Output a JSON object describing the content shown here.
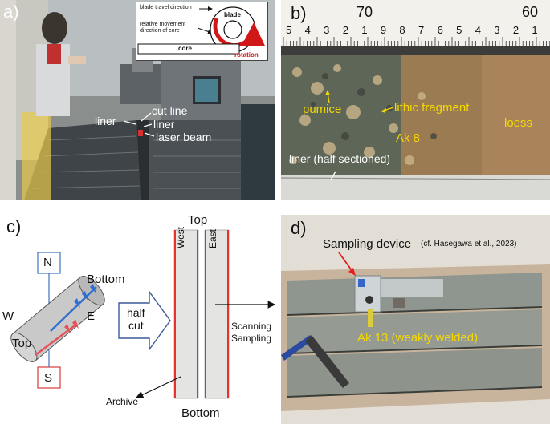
{
  "panel_a": {
    "letter": "a)",
    "inset": {
      "blade_travel_direction": "blade travel direction",
      "relative_movement_line1": "relative movement",
      "relative_movement_line2": "direction of core",
      "blade": "blade",
      "core": "core",
      "rotation": "rotation"
    },
    "labels": {
      "cut_line": "cut line",
      "liner_left": "liner",
      "liner_right": "liner",
      "laser_beam": "laser beam"
    }
  },
  "panel_b": {
    "letter": "b)",
    "ruler_numbers": {
      "n70": "70",
      "n60": "60"
    },
    "ruler_digits": [
      "5",
      "4",
      "3",
      "2",
      "1",
      "9",
      "8",
      "7",
      "6",
      "5",
      "4",
      "3",
      "2",
      "1"
    ],
    "labels": {
      "pumice": "pumice",
      "lithic_fragment": "lithic fragment",
      "unit": "Ak 8",
      "loess": "loess",
      "liner": "liner (half sectioned)"
    }
  },
  "panel_c": {
    "letter": "c)",
    "compass": {
      "north": "N",
      "south": "S",
      "west": "W",
      "east": "E"
    },
    "core_labels": {
      "bottom": "Bottom",
      "top": "Top"
    },
    "arrow_label_line1": "half",
    "arrow_label_line2": "cut",
    "halves": {
      "west": "West",
      "east": "East"
    },
    "ends": {
      "top": "Top",
      "bottom": "Bottom"
    },
    "scanning": "Scanning",
    "sampling": "Sampling",
    "archive": "Archive",
    "colors": {
      "west_edge": "#e8322e",
      "east_edge": "#2f6fc4",
      "red_arrow": "#e8505a",
      "blue_arrow": "#2c6fd0"
    }
  },
  "panel_d": {
    "letter": "d)",
    "sampling_device": "Sampling device",
    "citation": "(cf. Hasegawa et al., 2023)",
    "unit": "Ak 13 (weakly welded)"
  }
}
